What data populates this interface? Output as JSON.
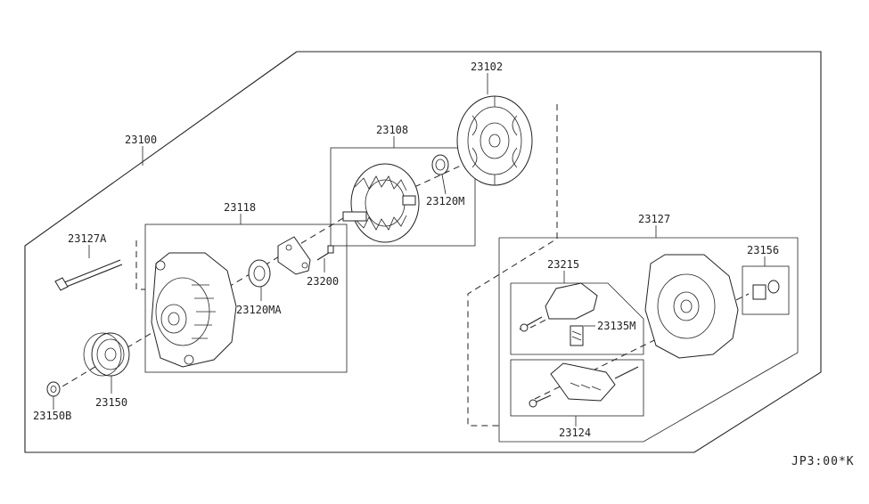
{
  "labels": {
    "l23100": "23100",
    "l23102": "23102",
    "l23108": "23108",
    "l23120M": "23120M",
    "l23118": "23118",
    "l23127A": "23127A",
    "l23200": "23200",
    "l23120MA": "23120MA",
    "l23150": "23150",
    "l23150B": "23150B",
    "l23127": "23127",
    "l23156": "23156",
    "l23215": "23215",
    "l23135M": "23135M",
    "l23124": "23124"
  },
  "diagram_code": "JP3:00*K"
}
